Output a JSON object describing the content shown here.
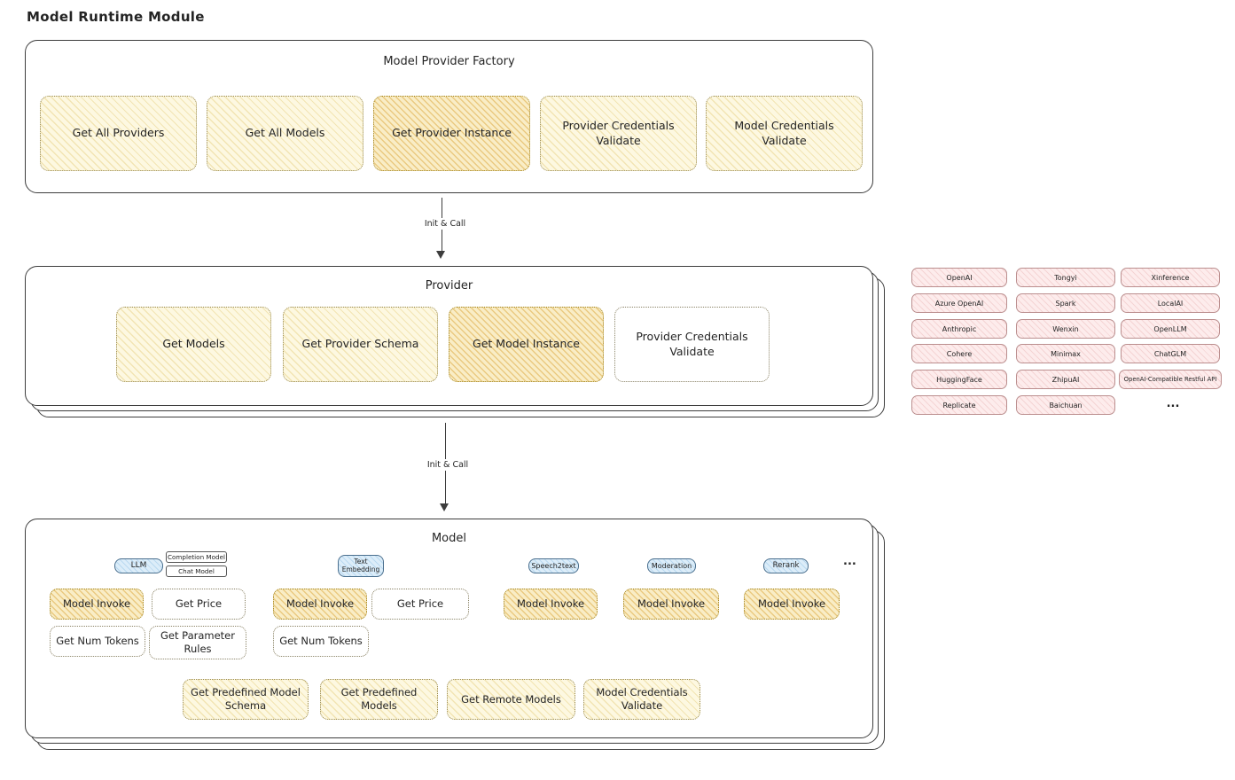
{
  "page": {
    "title": "Model Runtime Module"
  },
  "colors": {
    "frame_border": "#3d3d3d",
    "yellow_fill": "#fdf8e1",
    "orange_fill": "#f9edc6",
    "pink_fill": "#fdecec",
    "blue_fill": "#dcedf9"
  },
  "factory": {
    "title": "Model Provider Factory",
    "items": [
      {
        "label": "Get All Providers"
      },
      {
        "label": "Get All Models"
      },
      {
        "label": "Get Provider Instance"
      },
      {
        "label": "Provider Credentials Validate"
      },
      {
        "label": "Model Credentials Validate"
      }
    ]
  },
  "arrow1": {
    "label": "Init & Call"
  },
  "arrow2": {
    "label": "Init & Call"
  },
  "provider": {
    "title": "Provider",
    "items": [
      {
        "label": "Get Models"
      },
      {
        "label": "Get Provider Schema"
      },
      {
        "label": "Get Model Instance"
      },
      {
        "label": "Provider Credentials Validate"
      }
    ]
  },
  "provider_list": {
    "col1": [
      "OpenAI",
      "Azure OpenAI",
      "Anthropic",
      "Cohere",
      "HuggingFace",
      "Replicate"
    ],
    "col2": [
      "Tongyi",
      "Spark",
      "Wenxin",
      "Minimax",
      "ZhipuAI",
      "Baichuan"
    ],
    "col3": [
      "Xinference",
      "LocalAI",
      "OpenLLM",
      "ChatGLM",
      "OpenAI-Compatible Restful API"
    ],
    "ellipsis": "..."
  },
  "model": {
    "title": "Model",
    "tags": {
      "llm": "LLM",
      "completion_model": "Completion Model",
      "chat_model": "Chat Model",
      "text_embedding": "Text Embedding",
      "speech2text": "Speech2text",
      "moderation": "Moderation",
      "rerank": "Rerank",
      "ellipsis": "..."
    },
    "fns": {
      "model_invoke": "Model Invoke",
      "get_price": "Get Price",
      "get_num_tokens": "Get Num Tokens",
      "get_parameter_rules": "Get Parameter Rules"
    },
    "common": [
      {
        "label": "Get Predefined Model Schema"
      },
      {
        "label": "Get Predefined Models"
      },
      {
        "label": "Get Remote Models"
      },
      {
        "label": "Model Credentials Validate"
      }
    ]
  }
}
